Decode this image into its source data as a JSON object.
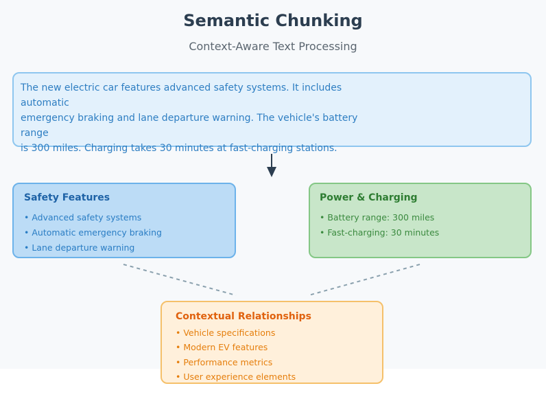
{
  "header": {
    "title": "Semantic Chunking",
    "subtitle": "Context-Aware Text Processing"
  },
  "input": {
    "lines": [
      "The new electric car features advanced safety systems. It includes automatic",
      "emergency braking and lane departure warning. The vehicle's battery range",
      "is 300 miles. Charging takes 30 minutes at fast-charging stations."
    ]
  },
  "chunks": {
    "safety": {
      "title": "Safety Features",
      "items": [
        "• Advanced safety systems",
        "• Automatic emergency braking",
        "• Lane departure warning"
      ]
    },
    "power": {
      "title": "Power & Charging",
      "items": [
        "• Battery range: 300 miles",
        "• Fast-charging: 30 minutes"
      ]
    }
  },
  "context": {
    "title": "Contextual Relationships",
    "items": [
      "• Vehicle specifications",
      "• Modern EV features",
      "• Performance metrics",
      "• User experience elements"
    ]
  },
  "colors": {
    "arrow": "#2c3e50",
    "connector": "#8aa0ad"
  }
}
